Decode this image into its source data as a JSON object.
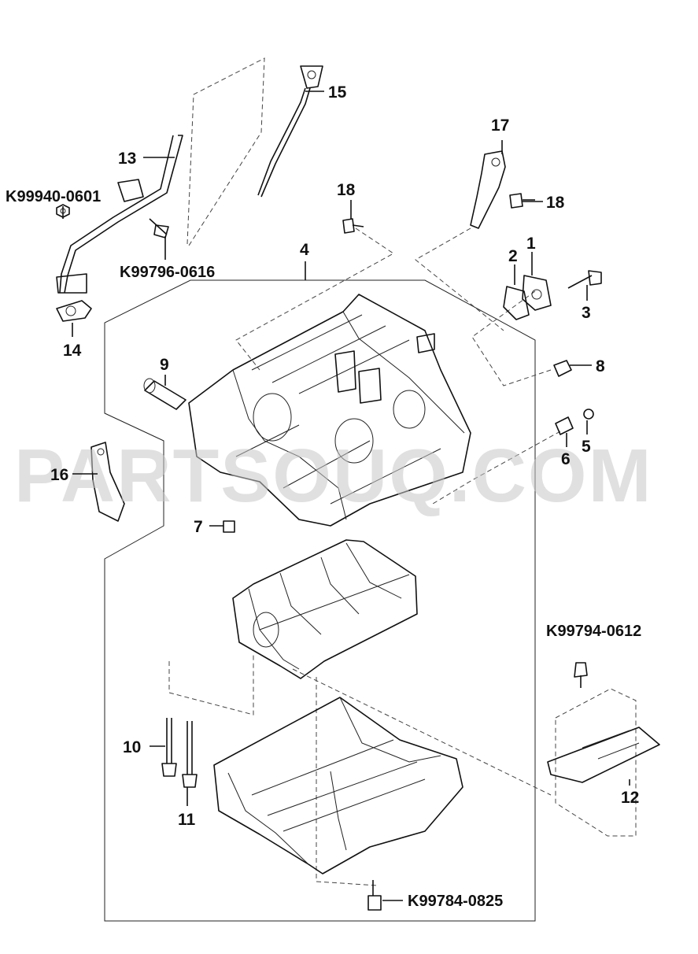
{
  "watermark": "PARTSOUQ.COM",
  "callouts": [
    {
      "id": "c15",
      "label": "15"
    },
    {
      "id": "c17",
      "label": "17"
    },
    {
      "id": "c13",
      "label": "13"
    },
    {
      "id": "k0601",
      "label": "K99940-0601"
    },
    {
      "id": "c18a",
      "label": "18"
    },
    {
      "id": "c18b",
      "label": "18"
    },
    {
      "id": "k0616",
      "label": "K99796-0616"
    },
    {
      "id": "c4",
      "label": "4"
    },
    {
      "id": "c2",
      "label": "2"
    },
    {
      "id": "c1",
      "label": "1"
    },
    {
      "id": "c3",
      "label": "3"
    },
    {
      "id": "c14",
      "label": "14"
    },
    {
      "id": "c9",
      "label": "9"
    },
    {
      "id": "c8",
      "label": "8"
    },
    {
      "id": "c5",
      "label": "5"
    },
    {
      "id": "c6",
      "label": "6"
    },
    {
      "id": "c16",
      "label": "16"
    },
    {
      "id": "c7",
      "label": "7"
    },
    {
      "id": "k0612",
      "label": "K99794-0612"
    },
    {
      "id": "c10",
      "label": "10"
    },
    {
      "id": "c12",
      "label": "12"
    },
    {
      "id": "c11",
      "label": "11"
    },
    {
      "id": "k0825",
      "label": "K99784-0825"
    }
  ]
}
